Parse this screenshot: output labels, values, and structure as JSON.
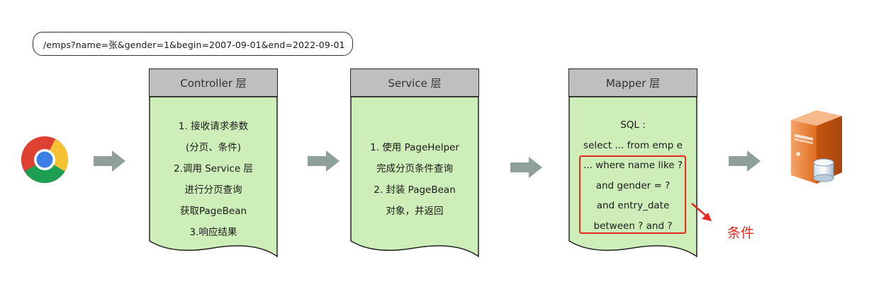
{
  "request": {
    "url": "/emps?name=张&gender=1&begin=2007-09-01&end=2022-09-01"
  },
  "layers": [
    {
      "title": "Controller 层",
      "lines": [
        "1. 接收请求参数",
        "(分页、条件)",
        "2.调用 Service 层",
        "进行分页查询",
        "获取PageBean",
        "3.响应结果"
      ]
    },
    {
      "title": "Service 层",
      "lines": [
        "1. 使用 PageHelper",
        "完成分页条件查询",
        "2. 封装 PageBean",
        "对象，并返回"
      ]
    },
    {
      "title": "Mapper 层",
      "lines": [
        "SQL :",
        "select ... from emp e",
        "... where name like ?",
        "and gender = ?",
        "and entry_date",
        "between ? and ?"
      ]
    }
  ],
  "condition_label": "条件",
  "colors": {
    "body_fill": "#cdeeb8",
    "header_fill": "#bfbfbf",
    "highlight": "#e8281e",
    "arrow": "#8fa09a"
  },
  "icons": {
    "browser": "chrome-icon",
    "server": "server-database-icon"
  }
}
